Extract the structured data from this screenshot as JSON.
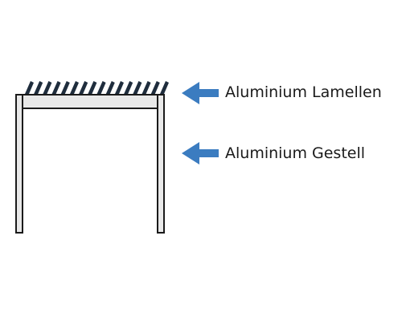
{
  "diagram": {
    "labels": {
      "lamellen": "Aluminium Lamellen",
      "gestell": "Aluminium Gestell"
    },
    "louver_count": 16,
    "colors": {
      "frame_fill": "#e8e8e8",
      "frame_stroke": "#1a1a1a",
      "louver": "#1f2d3d",
      "arrow": "#3b7cc0",
      "text": "#1a1a1a"
    },
    "icons": [
      "pergola-frame",
      "louver-blades",
      "arrow-left-icon"
    ]
  }
}
